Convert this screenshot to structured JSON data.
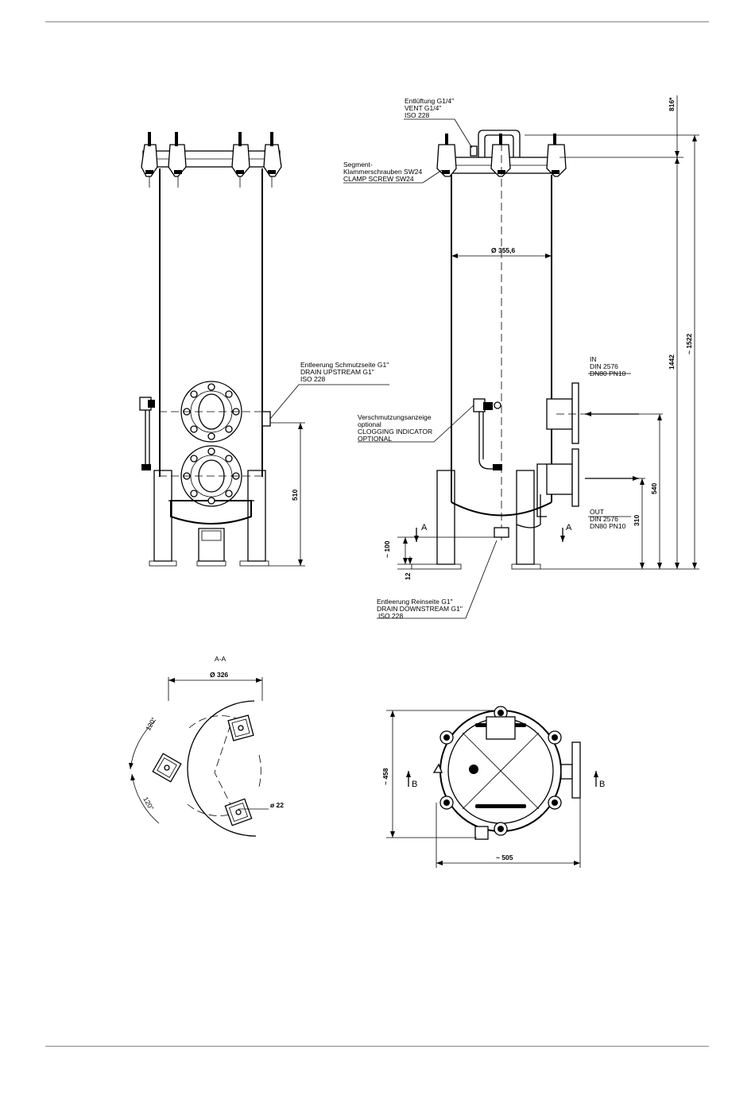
{
  "front_view": {
    "drain_upstream": [
      "Entleerung Schmutzseite G1\"",
      "DRAIN UPSTREAM G1\"",
      "ISO 228"
    ],
    "dim_height_drain": "510"
  },
  "side_view": {
    "vent": [
      "Entlüftung G1/4\"",
      "VENT G1/4\"",
      "ISO 228"
    ],
    "clamp": [
      "Segment-",
      "Klammerschrauben SW24",
      "CLAMP SCREW SW24"
    ],
    "diameter": "Ø 355,6",
    "inlet": [
      "IN",
      "DIN 2576",
      "DN80 PN10"
    ],
    "outlet": [
      "OUT",
      "DIN 2576",
      "DN80 PN10"
    ],
    "clogging": [
      "Verschmutzungsanzeige",
      "optional",
      "CLOGGING INDICATOR",
      "OPTIONAL"
    ],
    "drain_downstream": [
      "Entleerung Reinseite G1\"",
      "DRAIN DOWNSTREAM G1\"",
      "ISO 228"
    ],
    "dim_816": "816*",
    "dim_1442": "1442",
    "dim_1522": "~ 1522",
    "dim_540": "540",
    "dim_310": "310",
    "dim_100": "~ 100",
    "dim_12": "12",
    "section_a": "A"
  },
  "section_view": {
    "title": "A-A",
    "diameter": "Ø 326",
    "angle1": "120°",
    "angle2": "120°",
    "hole": "ø 22"
  },
  "top_view": {
    "dim_width": "~ 505",
    "dim_height": "~ 458",
    "section_b": "B"
  }
}
